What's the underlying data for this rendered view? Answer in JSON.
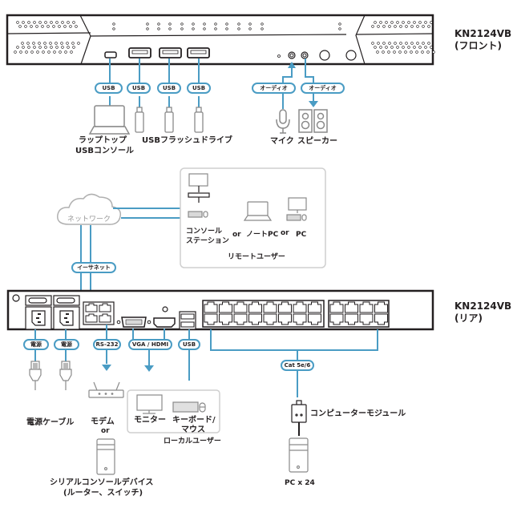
{
  "colors": {
    "cable": "#4a9cc4",
    "device_outline": "#231f20",
    "peripheral": "#8a8a8a",
    "text": "#231f20"
  },
  "front_panel": {
    "model": "KN2124VB",
    "side": "(フロント)",
    "usb_ports": [
      {
        "cable_label": "USB",
        "device": "laptop-icon"
      },
      {
        "cable_label": "USB",
        "device": "usb-flash-drive-icon"
      },
      {
        "cable_label": "USB",
        "device": "usb-flash-drive-icon"
      },
      {
        "cable_label": "USB",
        "device": "usb-flash-drive-icon"
      }
    ],
    "audio_ports": [
      {
        "cable_label": "オーディオ",
        "device": "microphone-icon"
      },
      {
        "cable_label": "オーディオ",
        "device": "speakers-icon"
      }
    ],
    "laptop_label_line1": "ラップトップ",
    "laptop_label_line2": "USBコンソール",
    "flash_label": "USBフラッシュドライブ",
    "mic_label": "マイク",
    "speaker_label": "スピーカー"
  },
  "network": {
    "cloud_label": "ネットワーク",
    "ethernet_label": "イーサネット"
  },
  "remote_users": {
    "title": "リモートユーザー",
    "console_station_line1": "コンソール",
    "console_station_line2": "ステーション",
    "or1": "or",
    "notebook": "ノートPC",
    "or2": "or",
    "pc": "PC"
  },
  "rear_panel": {
    "model": "KN2124VB",
    "side": "(リア)",
    "power_labels": [
      "電源",
      "電源"
    ],
    "power_cable_label": "電源ケーブル",
    "rs232_label": "RS-232",
    "modem_label": "モデム",
    "or_label": "or",
    "serial_line1": "シリアルコンソールデバイス",
    "serial_line2": "(ルーター、スイッチ)",
    "video_label": "VGA / HDMI",
    "usb_label": "USB",
    "local_users": {
      "monitor": "モニター",
      "keyboard_line1": "キーボード/",
      "keyboard_line2": "マウス",
      "title": "ローカルユーザー"
    },
    "cat_label": "Cat 5e/6",
    "computer_module_label": "コンピューターモジュール",
    "pc_count_label": "PC x 24",
    "kvm_port_groups": [
      16,
      8
    ]
  }
}
